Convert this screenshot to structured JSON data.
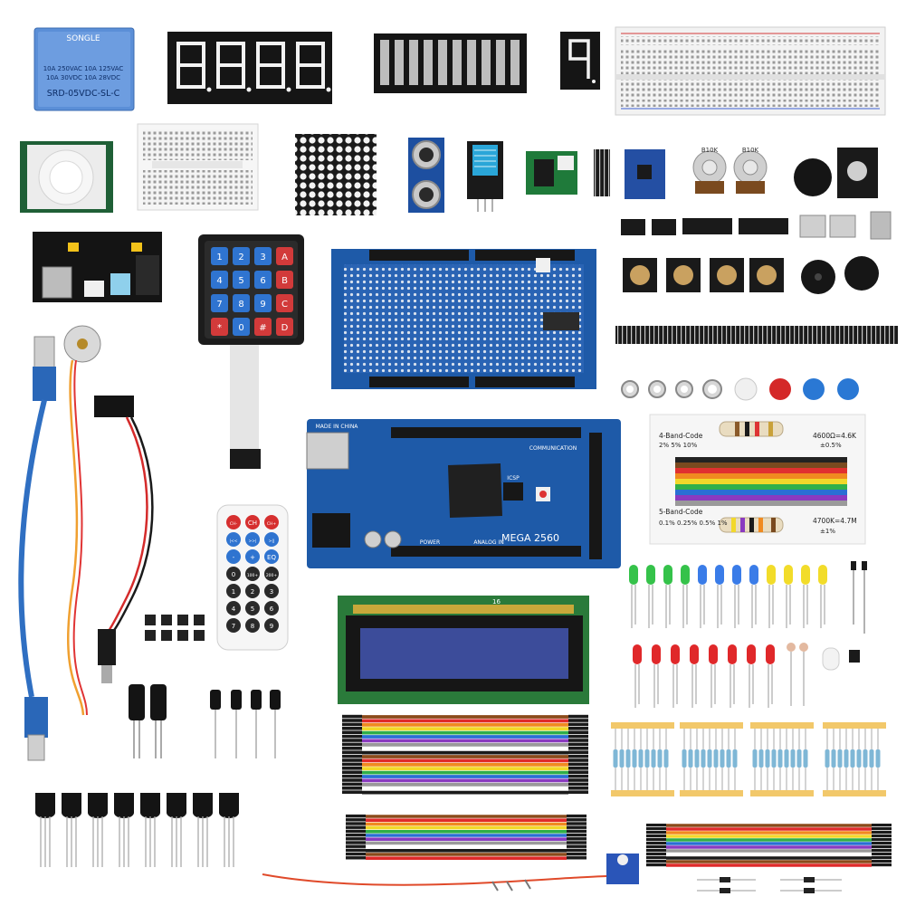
{
  "relay": {
    "brand": "SONGLE",
    "spec_line1": "10A 250VAC  10A 125VAC",
    "spec_line2": "10A  30VDC  10A  28VDC",
    "model": "SRD-05VDC-SL-C"
  },
  "mega_board": {
    "model": "MEGA 2560",
    "made_in_label": "MADE IN CHINA",
    "communication_label": "COMMUNICATION",
    "power_label": "POWER",
    "analog_label": "ANALOG IN",
    "icsp_label": "ICSP"
  },
  "keypad": {
    "keys": [
      "1",
      "2",
      "3",
      "A",
      "4",
      "5",
      "6",
      "B",
      "7",
      "8",
      "9",
      "C",
      "*",
      "0",
      "#",
      "D"
    ]
  },
  "remote": {
    "keys": [
      "CH-",
      "CH",
      "CH+",
      "|<<",
      ">>|",
      ">||",
      "-",
      "+",
      "EQ",
      "0",
      "100+",
      "200+",
      "1",
      "2",
      "3",
      "4",
      "5",
      "6",
      "7",
      "8",
      "9"
    ]
  },
  "resistor_card": {
    "four_band_title": "4-Band-Code",
    "four_band_tolerances": "2%  5%  10%",
    "four_band_value": "4600Ω=4.6K",
    "four_band_tol": "±0.5%",
    "five_band_title": "5-Band-Code",
    "five_band_tolerances": "0.1% 0.25% 0.5%  1%",
    "five_band_value": "4700K=4.7M",
    "five_band_tol": "±1%"
  },
  "potentiometer_label": "B10K",
  "lcd_pin_label": "16",
  "colors": {
    "pcb_blue": "#1e5aa8",
    "relay_blue": "#5a8fd6",
    "display_black": "#141414",
    "segment_white": "#f2f2f2",
    "led_green": "#35c24a",
    "led_blue": "#3a7ce8",
    "led_yellow": "#f2dc2a",
    "led_red": "#e0282a"
  }
}
